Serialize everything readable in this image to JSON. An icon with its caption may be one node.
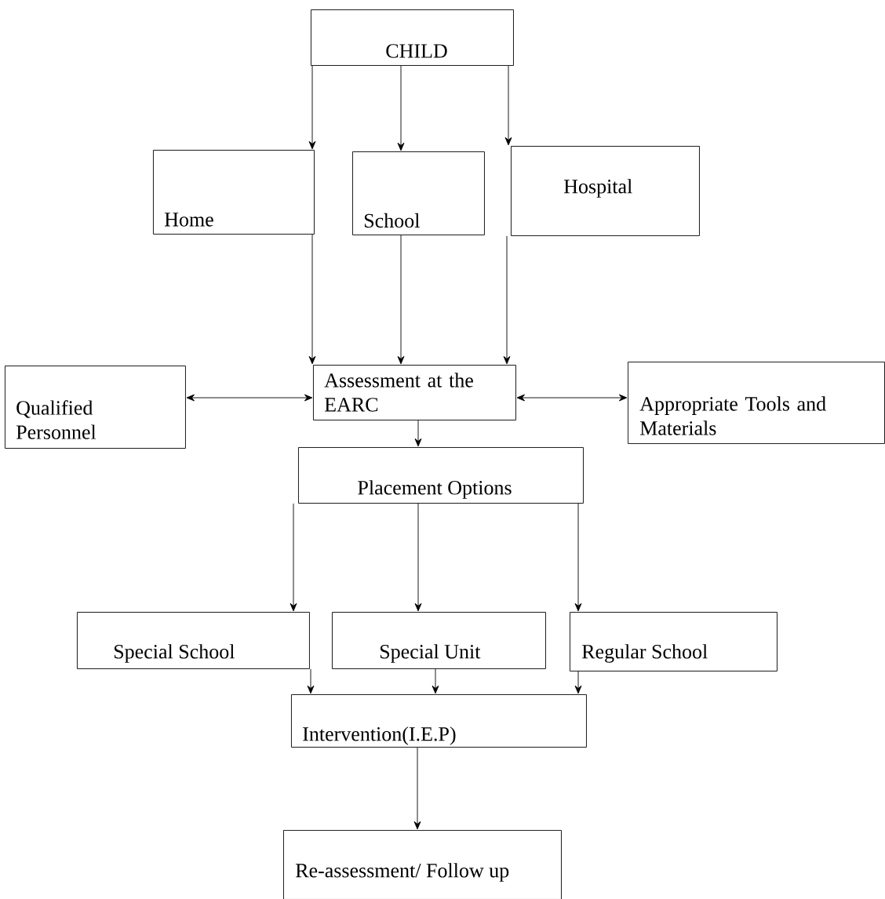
{
  "diagram": {
    "nodes": [
      {
        "text": [
          "CHILD"
        ]
      },
      {
        "text": [
          "Home"
        ]
      },
      {
        "text": [
          "School"
        ]
      },
      {
        "text": [
          "Hospital"
        ]
      },
      {
        "text": [
          "Assessment at the EARC"
        ]
      },
      {
        "text": [
          "Qualified Personnel"
        ]
      },
      {
        "text": [
          "Appropriate Tools and Materials"
        ]
      },
      {
        "text": [
          "Placement Options"
        ]
      },
      {
        "text": [
          "Special School"
        ]
      },
      {
        "text": [
          "Special Unit"
        ]
      },
      {
        "text": [
          "Regular School"
        ]
      },
      {
        "text": [
          "Intervention(I.E.P)"
        ]
      },
      {
        "text": [
          "Re-assessment/ Follow up"
        ]
      }
    ],
    "edges": [
      {
        "from": 0,
        "to": 1,
        "arrow": "to"
      },
      {
        "from": 0,
        "to": 2,
        "arrow": "to"
      },
      {
        "from": 0,
        "to": 3,
        "arrow": "to"
      },
      {
        "from": 1,
        "to": 4,
        "arrow": "to"
      },
      {
        "from": 2,
        "to": 4,
        "arrow": "to"
      },
      {
        "from": 3,
        "to": 4,
        "arrow": "to"
      },
      {
        "from": 4,
        "to": 5,
        "arrow": "both"
      },
      {
        "from": 4,
        "to": 6,
        "arrow": "both"
      },
      {
        "from": 4,
        "to": 7,
        "arrow": "to"
      },
      {
        "from": 7,
        "to": 8,
        "arrow": "to"
      },
      {
        "from": 7,
        "to": 9,
        "arrow": "to"
      },
      {
        "from": 7,
        "to": 10,
        "arrow": "to"
      },
      {
        "from": 8,
        "to": 11,
        "arrow": "to"
      },
      {
        "from": 9,
        "to": 11,
        "arrow": "to"
      },
      {
        "from": 10,
        "to": 11,
        "arrow": "to"
      },
      {
        "from": 11,
        "to": 12,
        "arrow": "to"
      }
    ]
  }
}
